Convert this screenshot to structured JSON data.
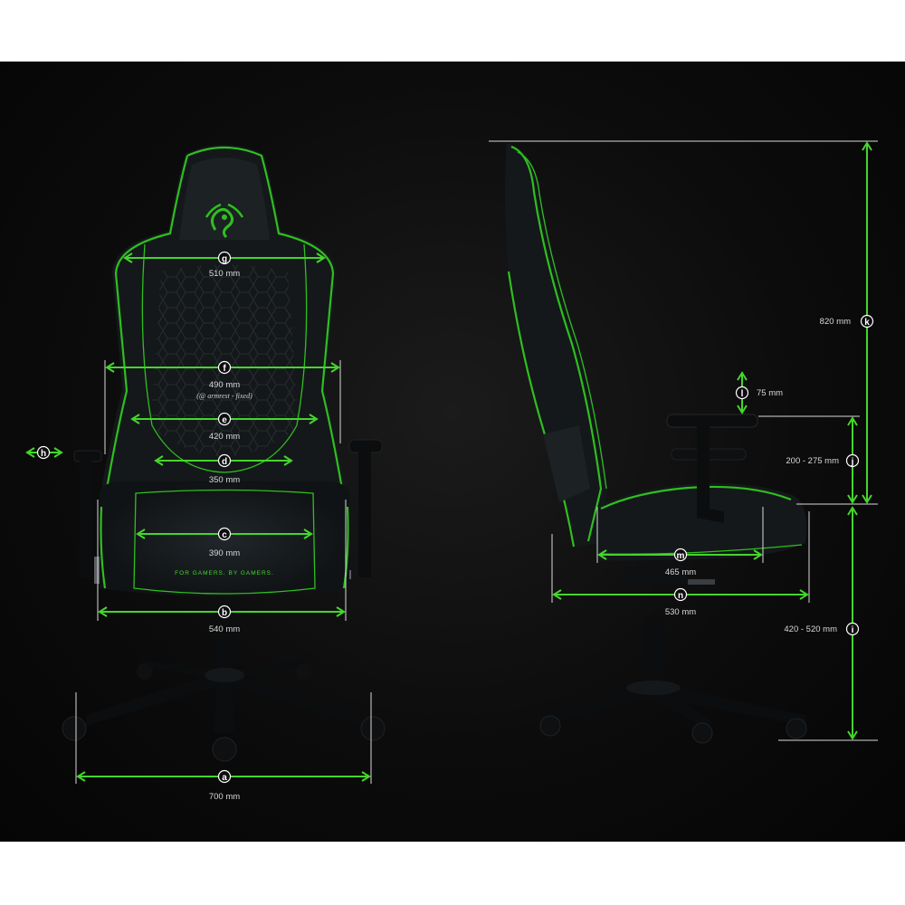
{
  "colors": {
    "accent": "#44d62c",
    "background": "#0c0c0c",
    "upholstery": "#14181a",
    "label_text": "#d8d8d8"
  },
  "branding": {
    "slogan": "FOR GAMERS. BY GAMERS.",
    "logo_icon": "razer-snake-logo"
  },
  "front_view": {
    "dimensions": [
      {
        "id": "a",
        "letter": "a",
        "value": "700 mm"
      },
      {
        "id": "b",
        "letter": "b",
        "value": "540 mm"
      },
      {
        "id": "c",
        "letter": "c",
        "value": "390 mm"
      },
      {
        "id": "d",
        "letter": "d",
        "value": "350 mm"
      },
      {
        "id": "e",
        "letter": "e",
        "value": "420 mm"
      },
      {
        "id": "f",
        "letter": "f",
        "value": "490 mm",
        "note": "(@ armrest - fixed)"
      },
      {
        "id": "g",
        "letter": "g",
        "value": "510 mm"
      },
      {
        "id": "h",
        "letter": "h",
        "value": ""
      }
    ]
  },
  "side_view": {
    "dimensions": [
      {
        "id": "i",
        "letter": "i",
        "value": "420 - 520 mm"
      },
      {
        "id": "j",
        "letter": "j",
        "value": "200 - 275 mm"
      },
      {
        "id": "k",
        "letter": "k",
        "value": "820 mm"
      },
      {
        "id": "l",
        "letter": "l",
        "value": "75 mm"
      },
      {
        "id": "m",
        "letter": "m",
        "value": "465 mm"
      },
      {
        "id": "n",
        "letter": "n",
        "value": "530 mm"
      }
    ]
  }
}
